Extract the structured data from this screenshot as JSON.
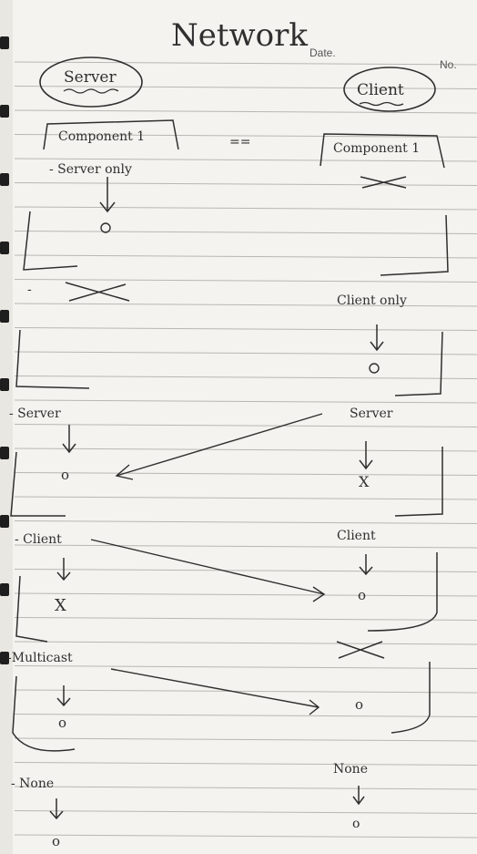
{
  "header": {
    "title": "Network",
    "date_label": "Date.",
    "no_label": "No."
  },
  "server": {
    "heading": "Server",
    "component": "Component 1",
    "rows": [
      {
        "label": "- Server only",
        "result": "o"
      },
      {
        "label": "-",
        "result": ""
      },
      {
        "label": "- Server",
        "result": "o"
      },
      {
        "label": "- Client",
        "result": "X"
      },
      {
        "label": "-Multicast",
        "result": "o"
      },
      {
        "label": "- None",
        "result": "o"
      }
    ]
  },
  "client": {
    "heading": "Client",
    "component": "Component 1",
    "rows": [
      {
        "label": "",
        "result": ""
      },
      {
        "label": "Client only",
        "result": "o"
      },
      {
        "label": "Server",
        "result": "X"
      },
      {
        "label": "Client",
        "result": "o"
      },
      {
        "label": "",
        "result": "o"
      },
      {
        "label": "None",
        "result": "o"
      }
    ]
  },
  "equals_sign": "=="
}
